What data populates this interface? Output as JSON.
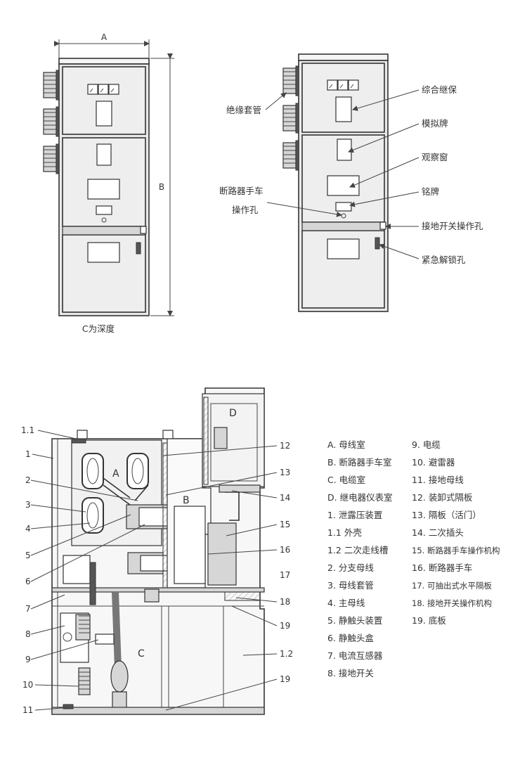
{
  "front_view": {
    "dim_a": "A",
    "dim_b": "B",
    "depth_note": "C为深度"
  },
  "side_labels": [
    {
      "key": "relay",
      "text": "综合继保"
    },
    {
      "key": "bushing",
      "text": "绝缘套管"
    },
    {
      "key": "mimic",
      "text": "模拟牌"
    },
    {
      "key": "window",
      "text": "观察窗"
    },
    {
      "key": "breaker_hole_1",
      "text": "断路器手车"
    },
    {
      "key": "breaker_hole_2",
      "text": "操作孔"
    },
    {
      "key": "nameplate",
      "text": "铭牌"
    },
    {
      "key": "earth_hole",
      "text": "接地开关操作孔"
    },
    {
      "key": "unlock",
      "text": "紧急解锁孔"
    }
  ],
  "section": {
    "compartments": [
      "A",
      "B",
      "C",
      "D"
    ],
    "left_numbers": [
      "1.1",
      "1",
      "2",
      "3",
      "4",
      "5",
      "6",
      "7",
      "8",
      "9",
      "10",
      "11"
    ],
    "right_numbers": [
      "12",
      "13",
      "14",
      "15",
      "16",
      "17",
      "18",
      "19",
      "1.2",
      "19"
    ]
  },
  "legend": {
    "col1": [
      "A. 母线室",
      "B. 断路器手车室",
      "C. 电缆室",
      "D. 继电器仪表室",
      "1. 泄露压装置",
      "1.1 外壳",
      "1.2 二次走线槽",
      "2. 分支母线",
      "3. 母线套管",
      "4. 主母线",
      "5. 静触头装置",
      "6. 静触头盒",
      "7. 电流互感器",
      "8. 接地开关"
    ],
    "col2": [
      "9. 电缆",
      "10. 避雷器",
      "11. 接地母线",
      "12. 装卸式隔板",
      "13. 隔板（活门）",
      "14. 二次插头",
      "15. 断路器手车操作机构",
      "16. 断路器手车",
      "17. 可抽出式水平隔板",
      "18. 接地开关操作机构",
      "19. 底板"
    ]
  }
}
